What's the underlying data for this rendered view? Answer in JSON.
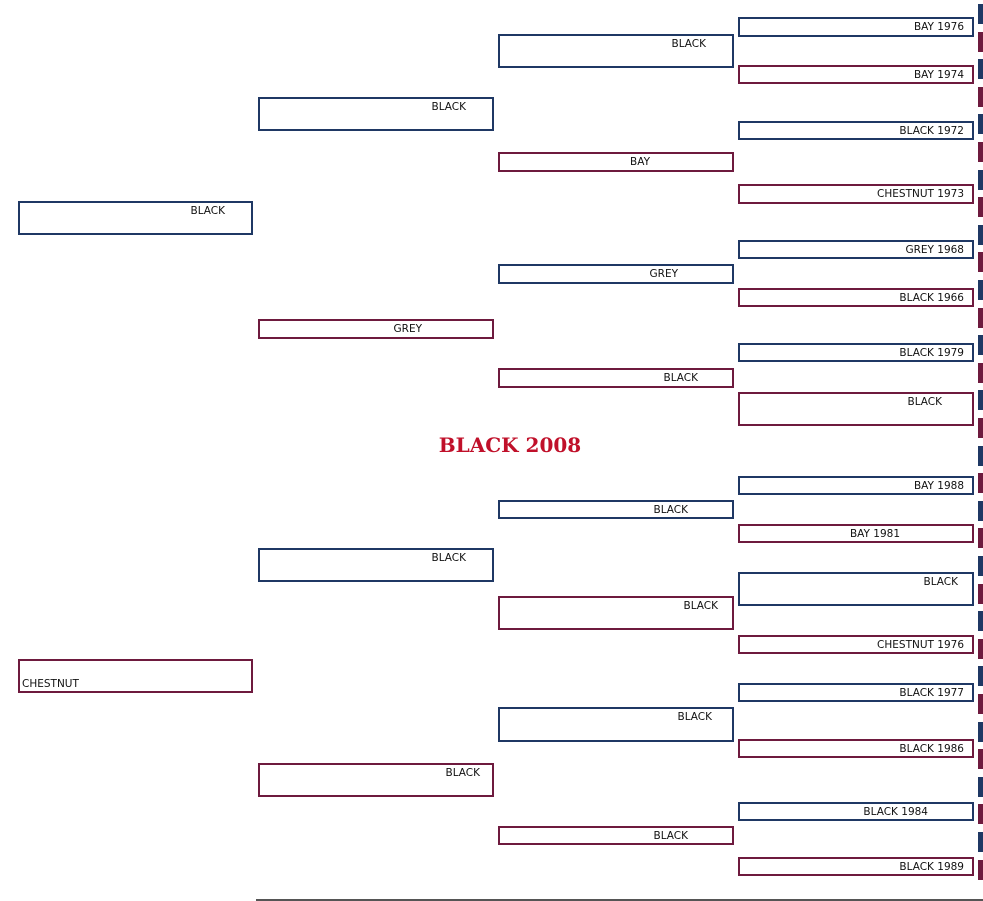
{
  "title": "BLACK 2008",
  "gen1": [
    {
      "label": "BLACK",
      "sex": "sire"
    },
    {
      "label": "CHESTNUT",
      "sex": "dam"
    }
  ],
  "gen2": [
    {
      "label": "BLACK"
    },
    {
      "label": "GREY"
    },
    {
      "label": "BLACK"
    },
    {
      "label": "BLACK"
    }
  ],
  "gen3": [
    {
      "label": "BLACK"
    },
    {
      "label": "BAY"
    },
    {
      "label": "GREY"
    },
    {
      "label": "BLACK"
    },
    {
      "label": "BLACK"
    },
    {
      "label": "BLACK"
    },
    {
      "label": "BLACK"
    },
    {
      "label": "BLACK"
    }
  ],
  "gen4": [
    {
      "label": "BAY 1976"
    },
    {
      "label": "BAY 1974"
    },
    {
      "label": "BLACK 1972"
    },
    {
      "label": "CHESTNUT 1973"
    },
    {
      "label": "GREY 1968"
    },
    {
      "label": "BLACK 1966"
    },
    {
      "label": "BLACK 1979"
    },
    {
      "label": "BLACK"
    },
    {
      "label": "BAY 1988"
    },
    {
      "label": "BAY 1981"
    },
    {
      "label": "BLACK"
    },
    {
      "label": "CHESTNUT 1976"
    },
    {
      "label": "BLACK 1977"
    },
    {
      "label": "BLACK 1986"
    },
    {
      "label": "BLACK 1984"
    },
    {
      "label": "BLACK 1989"
    }
  ],
  "colors": {
    "sire": "#1f3864",
    "dam": "#6e1a3e",
    "title": "#c0102a"
  }
}
